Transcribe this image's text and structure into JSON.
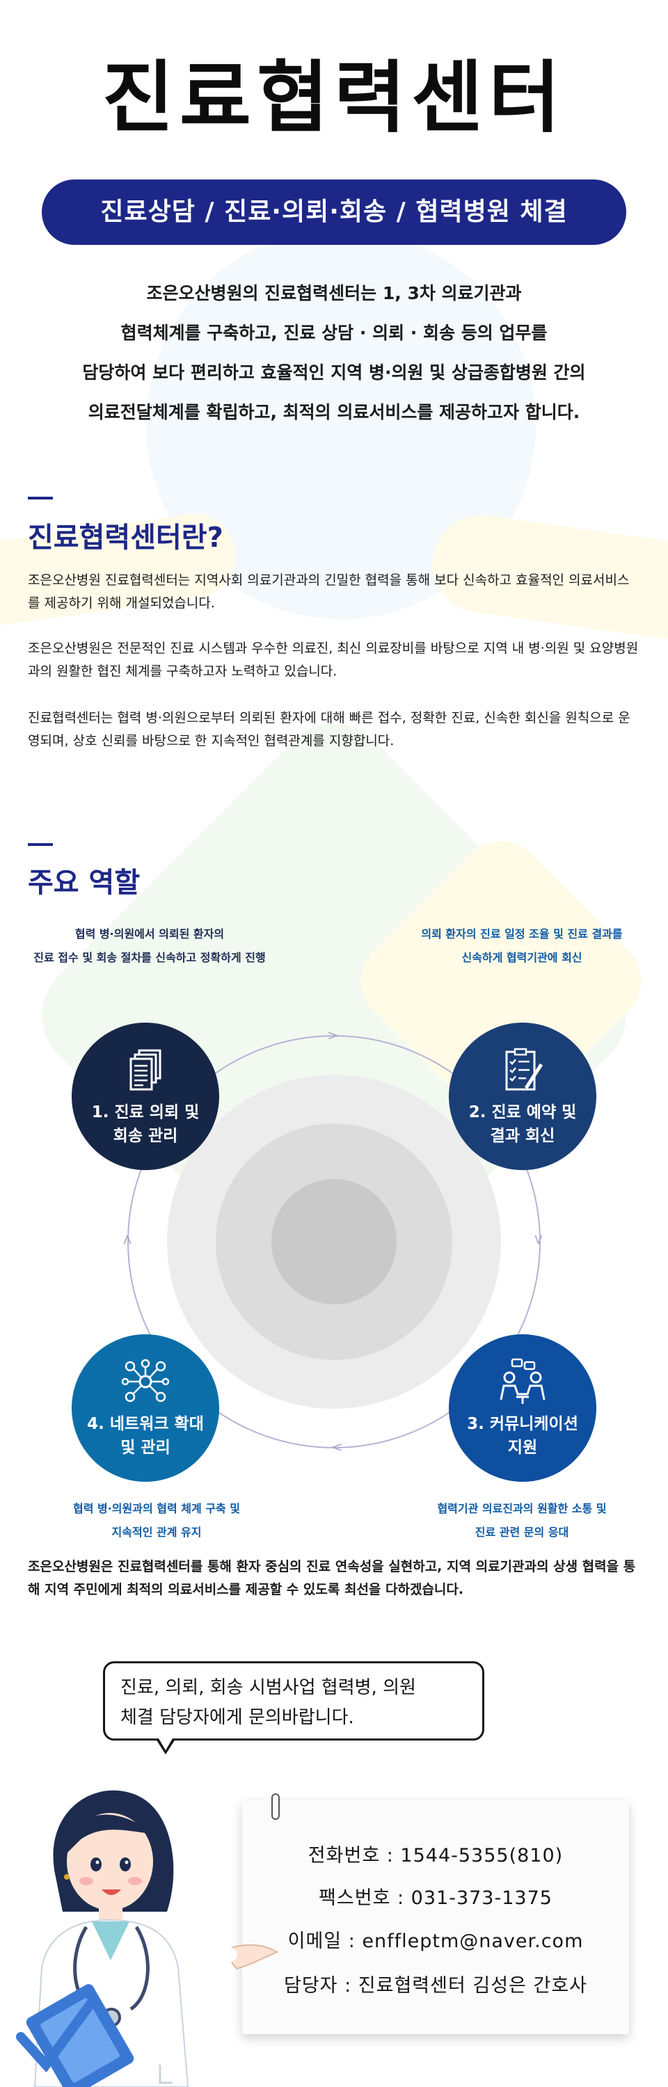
{
  "header": {
    "title": "진료협력센터",
    "subtitle": "진료상담 / 진료·의뢰·회송 / 협력병원 체결"
  },
  "intro": {
    "line1": "조은오산병원의 진료협력센터는 1, 3차 의료기관과",
    "line2": "협력체계를 구축하고, 진료 상담 · 의뢰 · 회송 등의 업무를",
    "line3": "담당하여 보다 편리하고 효율적인 지역 병·의원 및 상급종합병원 간의",
    "line4": "의료전달체계를 확립하고, 최적의 의료서비스를 제공하고자 합니다."
  },
  "about": {
    "heading": "진료협력센터란?",
    "p1": "조은오산병원 진료협력센터는 지역사회 의료기관과의 긴밀한 협력을 통해 보다 신속하고 효율적인 의료서비스를 제공하기 위해 개설되었습니다.",
    "p2": "조은오산병원은 전문적인 진료 시스템과 우수한 의료진, 최신 의료장비를 바탕으로 지역 내 병·의원 및 요양병원과의 원활한 협진 체계를 구축하고자 노력하고 있습니다.",
    "p3": "진료협력센터는 협력 병·의원으로부터 의뢰된 환자에 대해 빠른 접수, 정확한 진료, 신속한 회신을 원칙으로 운영되며, 상호 신뢰를 바탕으로 한 지속적인 협력관계를 지향합니다."
  },
  "roles": {
    "heading": "주요 역할",
    "items": [
      {
        "label": "1. 진료 의뢰 및\n회송 관리",
        "icon": "documents-icon",
        "note1": "협력 병·의원에서 의뢰된 환자의",
        "note2": "진료 접수 및 회송 절차를 신속하고 정확하게 진행"
      },
      {
        "label": "2. 진료 예약 및\n결과 회신",
        "icon": "checklist-pen-icon",
        "note1": "의뢰 환자의 진료 일정 조율 및 진료 결과를",
        "note2": "신속하게 협력기관에 회신"
      },
      {
        "label": "3. 커뮤니케이션\n지원",
        "icon": "conversation-icon",
        "note1": "협력기관 의료진과의 원활한 소통 및",
        "note2": "진료 관련 문의 응대"
      },
      {
        "label": "4. 네트워크 확대\n및 관리",
        "icon": "network-icon",
        "note1": "협력 병·의원과의 협력 체계 구축 및",
        "note2": "지속적인 관계 유지"
      }
    ],
    "colors": [
      "#162646",
      "#1a3e76",
      "#0e4fa0",
      "#0c6ea8"
    ]
  },
  "closing": "조은오산병원은 진료협력센터를 통해 환자 중심의 진료 연속성을 실현하고, 지역 의료기관과의 상생 협력을 통해 지역 주민에게 최적의 의료서비스를 제공할 수 있도록 최선을 다하겠습니다.",
  "contact": {
    "bubble_line1": "진료, 의뢰, 회송 시범사업 협력병, 의원",
    "bubble_line2": "체결 담당자에게 문의바랍니다.",
    "phone": "전화번호 : 1544-5355(810)",
    "fax": "팩스번호 : 031-373-1375",
    "email": "이메일 : enffleptm@naver.com",
    "manager": "담당자 : 진료협력센터 김성은 간호사"
  },
  "theme": {
    "navy": "#1d2787",
    "accent_blue": "#0f5aa6"
  }
}
